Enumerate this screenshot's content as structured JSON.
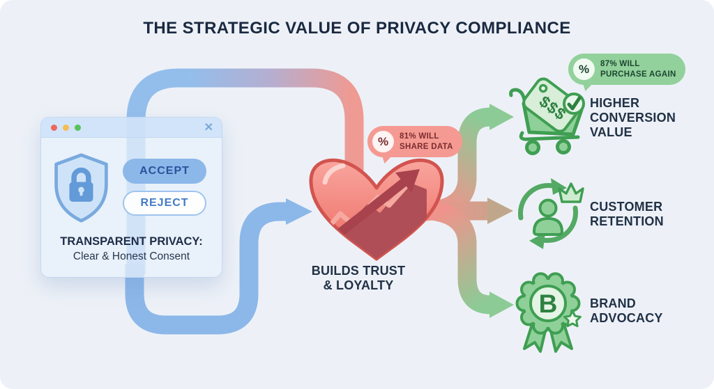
{
  "title": "THE STRATEGIC VALUE OF PRIVACY COMPLIANCE",
  "consent_window": {
    "close": "✕",
    "accept": "ACCEPT",
    "reject": "REJECT",
    "heading": "TRANSPARENT PRIVACY:",
    "subheading": "Clear & Honest Consent"
  },
  "center_node": {
    "label": "BUILDS TRUST\n& LOYALTY"
  },
  "callouts": {
    "share_data": {
      "symbol": "%",
      "text": "81% WILL\nSHARE DATA"
    },
    "purchase_again": {
      "symbol": "%",
      "text": "87% WILL\nPURCHASE AGAIN"
    }
  },
  "outcomes": [
    {
      "id": "higher-conversion-value",
      "label": "HIGHER\nCONVERSION\nVALUE",
      "tag_text": "$$$"
    },
    {
      "id": "customer-retention",
      "label": "CUSTOMER\nRETENTION"
    },
    {
      "id": "brand-advocacy",
      "label": "BRAND\nADVOCACY",
      "badge_letter": "B"
    }
  ],
  "colors": {
    "background": "#edf1f7",
    "title_text": "#1a2940",
    "blue_flow": "#8cb7e9",
    "salmon_flow": "#f0938c",
    "green_flow": "#8ccb96",
    "green_icon_stroke": "#3f9e52",
    "heart_dark_red": "#a8434e",
    "callout_red": "#f59a92",
    "callout_green": "#92d19b",
    "accept_button": "#8cb7e9"
  }
}
